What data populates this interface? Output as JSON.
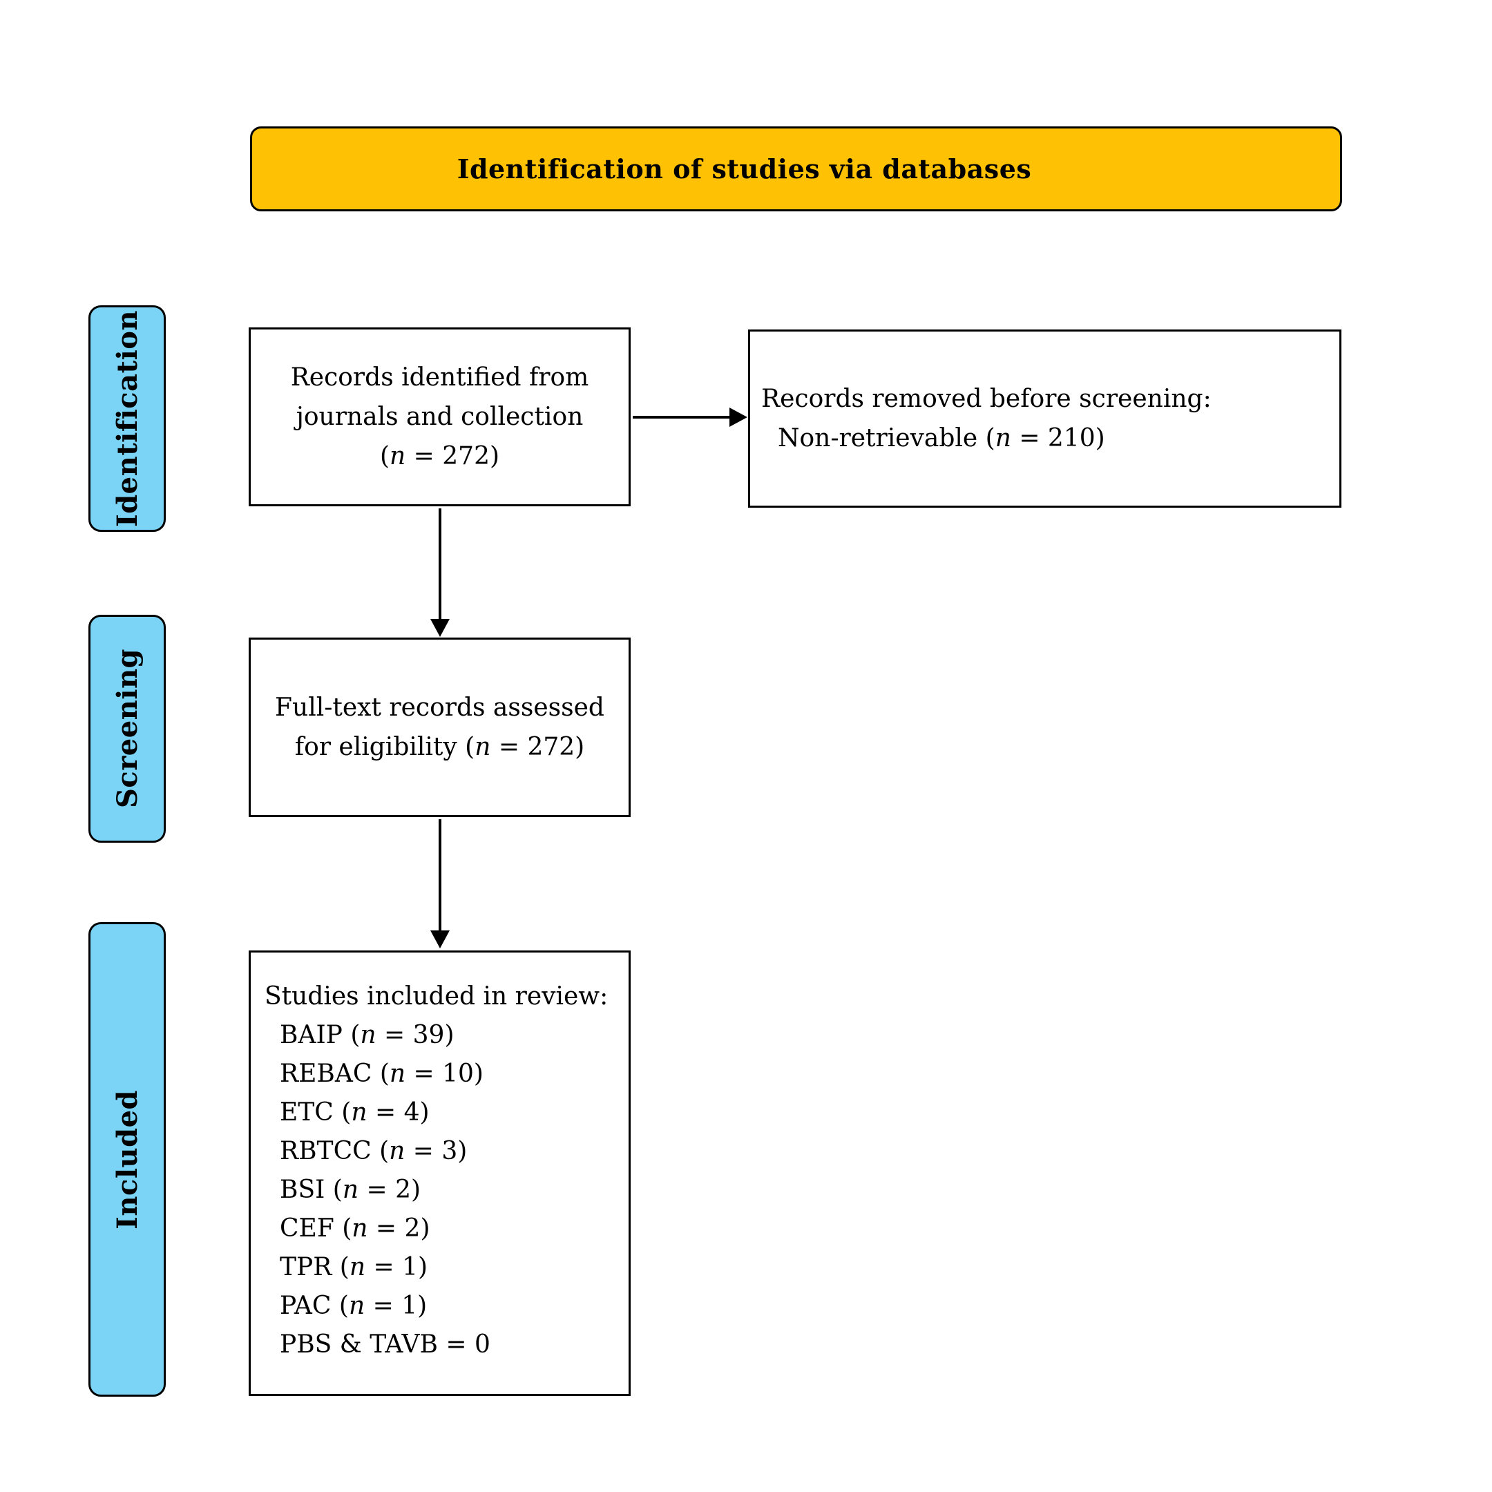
{
  "header": {
    "title": "Identification of studies via databases"
  },
  "stages": [
    {
      "label": "Identification"
    },
    {
      "label": "Screening"
    },
    {
      "label": "Included"
    }
  ],
  "boxes": {
    "identified": {
      "lines": [
        "Records identified from",
        "journals and collection",
        "(n = 272)"
      ]
    },
    "removed": {
      "lines": [
        "Records removed before screening:",
        "Non-retrievable (n = 210)"
      ]
    },
    "fulltext": {
      "lines": [
        "Full-text records assessed",
        "for eligibility (n = 272)"
      ]
    },
    "included": {
      "title": "Studies included in review:",
      "items": [
        "BAIP (n = 39)",
        "REBAC (n = 10)",
        "ETC (n = 4)",
        "RBTCC (n = 3)",
        "BSI (n = 2)",
        "CEF (n = 2)",
        "TPR (n = 1)",
        "PAC (n = 1)",
        "PBS & TAVB = 0"
      ]
    }
  },
  "colors": {
    "header_bg": "#FFC103",
    "stage_bg": "#7BD4F5",
    "border": "#000000"
  }
}
